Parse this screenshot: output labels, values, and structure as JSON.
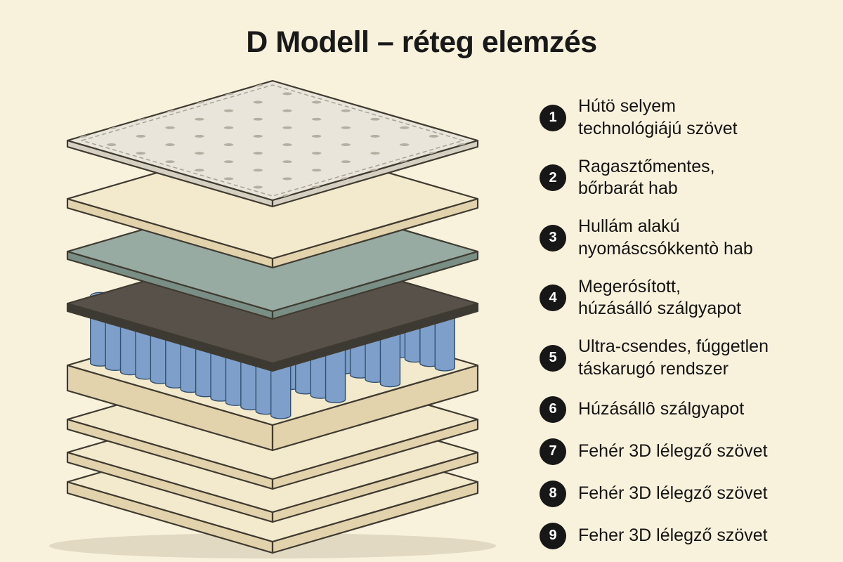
{
  "title": "D Modell – réteg elemzés",
  "background": "#f8f1dc",
  "legend": {
    "items": [
      {
        "number": "1",
        "text": "Hútö selyem\ntechnológiájú szövet"
      },
      {
        "number": "2",
        "text": "Ragasztőmentes,\nbőrbarát hab"
      },
      {
        "number": "3",
        "text": "Hullám alakú\nnyomáscsókkentò hab"
      },
      {
        "number": "4",
        "text": "Megerósított,\nhúzásálló szálgyapot"
      },
      {
        "number": "5",
        "text": "Ultra-csendes, fúggetlen\ntáskarugó rendszer"
      },
      {
        "number": "6",
        "text": "Húzásállô szálgyapot"
      },
      {
        "number": "7",
        "text": "Fehér 3D lélegző szövet"
      },
      {
        "number": "8",
        "text": "Fehér 3D lélegző szövet"
      },
      {
        "number": "9",
        "text": "Feher 3D lélegző szövet"
      }
    ]
  },
  "diagram": {
    "outline": "#3f3b31",
    "quilt_dots": "#b5afa1",
    "quilt_seam": "#a9a396",
    "springs": {
      "body": "#7d9fc9",
      "top": "#9ab6d8",
      "stroke": "#32506f"
    },
    "layers": [
      {
        "name": "cooling-silk-quilted-cover",
        "top": "#e9e5da",
        "side": "#d5d0c2"
      },
      {
        "name": "glue-free-skin-friendly-foam",
        "top": "#f3e9cd",
        "side": "#e2d3ac"
      },
      {
        "name": "wave-pressure-relief-foam",
        "top": "#97aba2",
        "side": "#798f86"
      },
      {
        "name": "reinforced-fiber-pad",
        "top": "#57514a",
        "side": "#3d3933"
      },
      {
        "name": "pocket-spring-base",
        "top": "#f3e9cd",
        "side": "#e2d3ac"
      },
      {
        "name": "fiber-pad",
        "top": "#f3e9cd",
        "side": "#e2d3ac"
      },
      {
        "name": "breathable-3d-fabric-upper",
        "top": "#f3e9cd",
        "side": "#e2d3ac"
      },
      {
        "name": "breathable-3d-fabric-bottom",
        "top": "#f3e9cd",
        "side": "#e2d3ac"
      }
    ]
  }
}
